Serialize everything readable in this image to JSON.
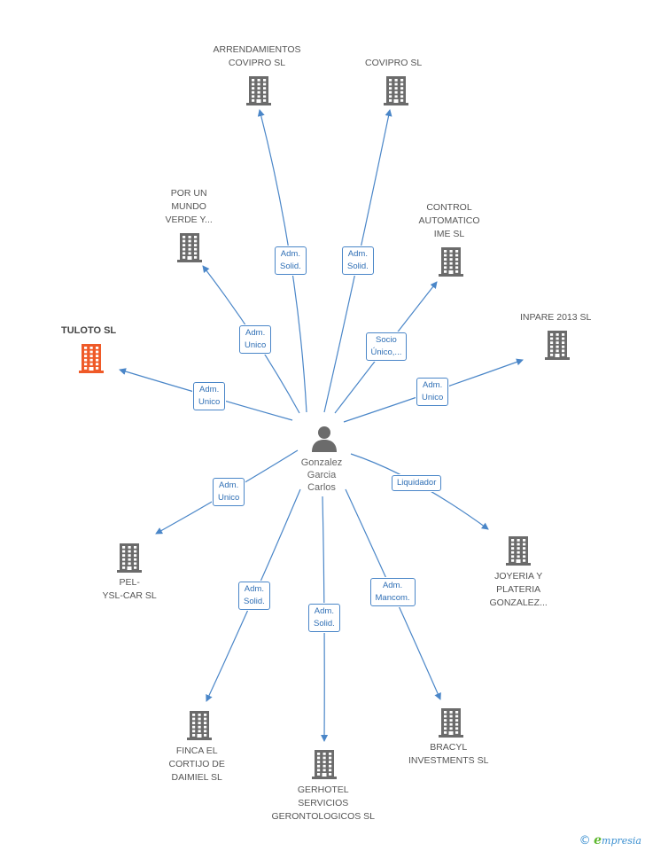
{
  "colors": {
    "edge": "#4a86c8",
    "building": "#6b6b6b",
    "highlight": "#ef5a28",
    "person": "#6b6b6b"
  },
  "center": {
    "name_lines": [
      "Gonzalez",
      "Garcia",
      "Carlos"
    ],
    "icon": "person-icon"
  },
  "companies": [
    {
      "id": "arrendamientos",
      "lines": [
        "ARRENDAMIENTOS",
        "COVIPRO SL"
      ],
      "highlight": false
    },
    {
      "id": "covipro",
      "lines": [
        "COVIPRO SL"
      ],
      "highlight": false
    },
    {
      "id": "por-un-mundo",
      "lines": [
        "POR UN",
        "MUNDO",
        "VERDE Y..."
      ],
      "highlight": false
    },
    {
      "id": "control",
      "lines": [
        "CONTROL",
        "AUTOMATICO",
        "IME SL"
      ],
      "highlight": false
    },
    {
      "id": "tuloto",
      "lines": [
        "TULOTO SL"
      ],
      "highlight": true
    },
    {
      "id": "inpare",
      "lines": [
        "INPARE 2013 SL"
      ],
      "highlight": false
    },
    {
      "id": "pel",
      "lines": [
        "PEL-",
        "YSL-CAR SL"
      ],
      "highlight": false
    },
    {
      "id": "joyeria",
      "lines": [
        "JOYERIA Y",
        "PLATERIA",
        "GONZALEZ..."
      ],
      "highlight": false
    },
    {
      "id": "finca",
      "lines": [
        "FINCA EL",
        "CORTIJO DE",
        "DAIMIEL SL"
      ],
      "highlight": false
    },
    {
      "id": "gerhotel",
      "lines": [
        "GERHOTEL",
        "SERVICIOS",
        "GERONTOLOGICOS SL"
      ],
      "highlight": false
    },
    {
      "id": "bracyl",
      "lines": [
        "BRACYL",
        "INVESTMENTS SL"
      ],
      "highlight": false
    }
  ],
  "edges": [
    {
      "to": "arrendamientos",
      "lines": [
        "Adm.",
        "Solid."
      ]
    },
    {
      "to": "covipro",
      "lines": [
        "Adm.",
        "Solid."
      ]
    },
    {
      "to": "por-un-mundo",
      "lines": [
        "Adm.",
        "Unico"
      ]
    },
    {
      "to": "control",
      "lines": [
        "Socio",
        "Único,..."
      ]
    },
    {
      "to": "tuloto",
      "lines": [
        "Adm.",
        "Unico"
      ]
    },
    {
      "to": "inpare",
      "lines": [
        "Adm.",
        "Unico"
      ]
    },
    {
      "to": "pel",
      "lines": [
        "Adm.",
        "Unico"
      ]
    },
    {
      "to": "joyeria",
      "lines": [
        "Liquidador"
      ]
    },
    {
      "to": "finca",
      "lines": [
        "Adm.",
        "Solid."
      ]
    },
    {
      "to": "gerhotel",
      "lines": [
        "Adm.",
        "Solid."
      ]
    },
    {
      "to": "bracyl",
      "lines": [
        "Adm.",
        "Mancom."
      ]
    }
  ],
  "brand": {
    "copyright": "©",
    "initial": "e",
    "rest": "mpresia"
  }
}
